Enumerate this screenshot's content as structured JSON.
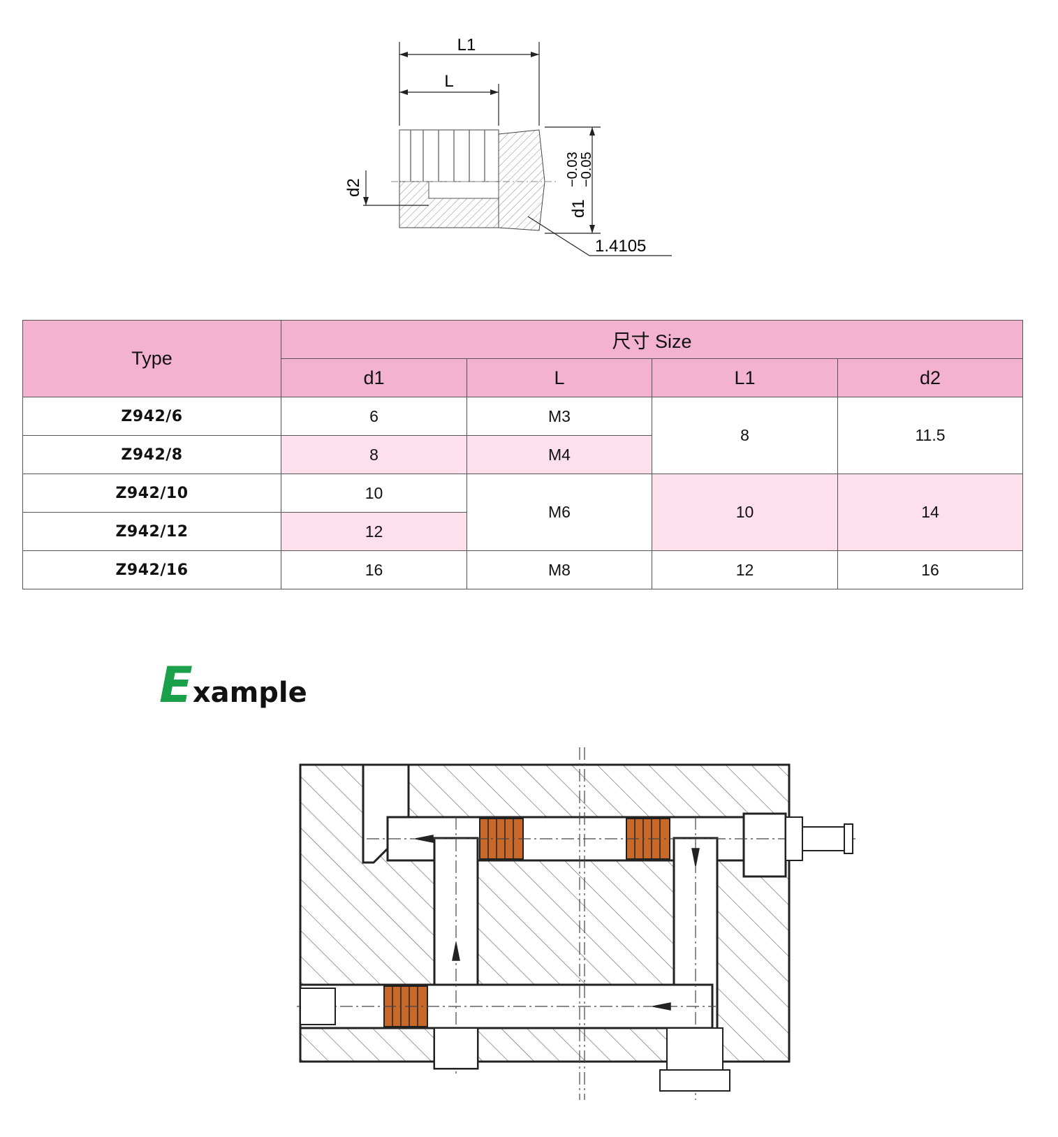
{
  "drawing": {
    "dim_L1": "L1",
    "dim_L": "L",
    "dim_d2": "d2",
    "dim_d1": "d1",
    "tol_upper": "−0.03",
    "tol_lower": "−0.05",
    "material": "1.4105"
  },
  "table": {
    "header_type": "Type",
    "header_size": "尺寸 Size",
    "columns": [
      "d1",
      "L",
      "L1",
      "d2"
    ],
    "rows": [
      {
        "type": "Z942/6",
        "d1": "6",
        "L": "M3"
      },
      {
        "type": "Z942/8",
        "d1": "8",
        "L": "M4"
      },
      {
        "type": "Z942/10",
        "d1": "10",
        "L": "M6"
      },
      {
        "type": "Z942/12",
        "d1": "12"
      },
      {
        "type": "Z942/16",
        "d1": "16",
        "L": "M8",
        "L1": "12",
        "d2": "16"
      }
    ],
    "merged": {
      "L1_6_8": "8",
      "d2_6_8": "11.5",
      "L1_10_12": "10",
      "d2_10_12": "14"
    }
  },
  "example": {
    "initial": "E",
    "rest": "xample"
  },
  "colors": {
    "header_pink": "#f3b2cf",
    "row_pink": "#fde0ec",
    "example_green": "#1aa04a",
    "insert_orange": "#c8692a"
  }
}
